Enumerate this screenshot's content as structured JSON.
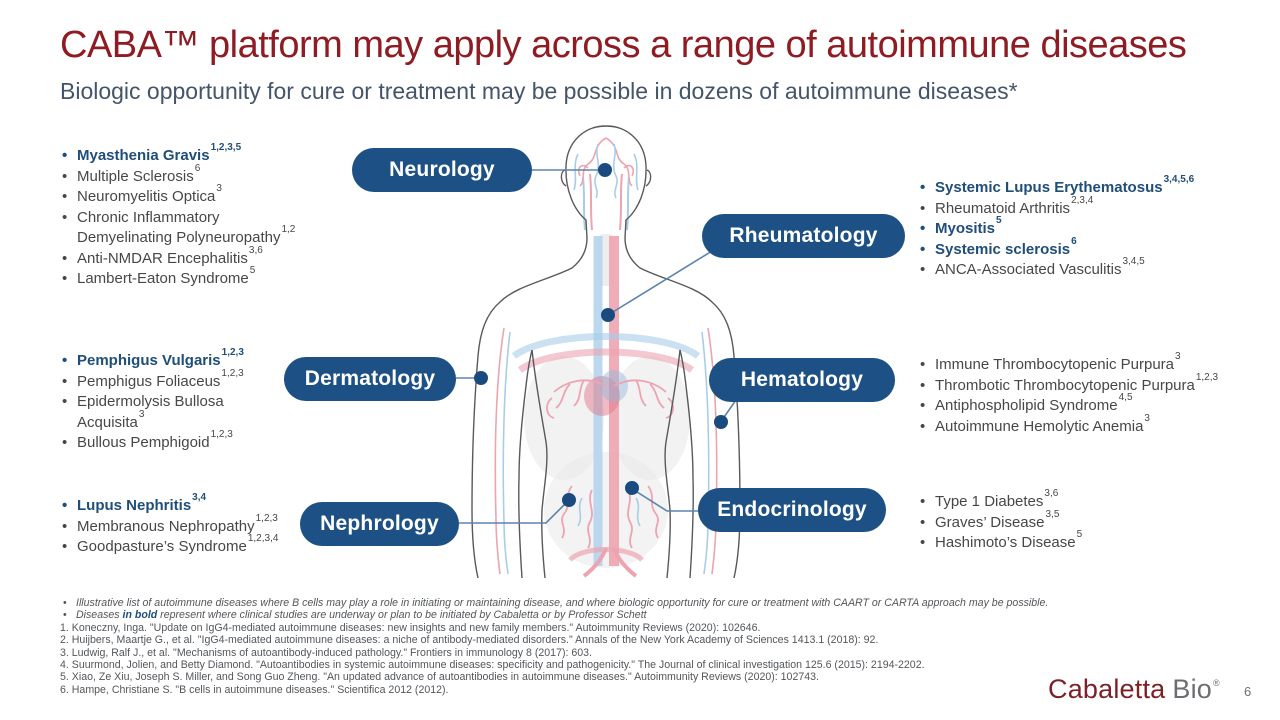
{
  "slide": {
    "title": "CABA™ platform may apply across a range of autoimmune diseases",
    "subtitle": "Biologic opportunity for cure or treatment may be possible in dozens of autoimmune diseases*",
    "page_number": "6",
    "logo": {
      "name_primary": "Cabaletta",
      "name_secondary": "Bio",
      "registered": "®"
    }
  },
  "colors": {
    "title_red": "#8E1C22",
    "subtitle_slate": "#44546A",
    "pill_blue": "#1D5185",
    "bold_item_navy": "#1F4E79",
    "body_text_grey": "#474747",
    "footnote_grey": "#53565A",
    "connector_blue": "#5B83AD",
    "dot_blue": "#1A4B7F",
    "artery_pink": "#EDA4B0",
    "vein_blue": "#A9CDE9",
    "logo_red": "#7B2127",
    "logo_grey": "#6D6E71"
  },
  "pills": {
    "neurology": "Neurology",
    "rheumatology": "Rheumatology",
    "dermatology": "Dermatology",
    "hematology": "Hematology",
    "nephrology": "Nephrology",
    "endocrinology": "Endocrinology"
  },
  "lists": {
    "neurology": [
      {
        "text": "Myasthenia Gravis",
        "sup": "1,2,3,5",
        "bold": true
      },
      {
        "text": "Multiple Sclerosis",
        "sup": "6"
      },
      {
        "text": "Neuromyelitis Optica",
        "sup": "3"
      },
      {
        "text": "Chronic Inflammatory Demyelinating Polyneuropathy",
        "sup": "1,2"
      },
      {
        "text": "Anti-NMDAR Encephalitis",
        "sup": "3,6"
      },
      {
        "text": "Lambert-Eaton Syndrome",
        "sup": "5"
      }
    ],
    "dermatology": [
      {
        "text": "Pemphigus Vulgaris",
        "sup": "1,2,3",
        "bold": true
      },
      {
        "text": "Pemphigus Foliaceus",
        "sup": "1,2,3"
      },
      {
        "text": "Epidermolysis Bullosa Acquisita",
        "sup": "3"
      },
      {
        "text": "Bullous Pemphigoid",
        "sup": "1,2,3"
      }
    ],
    "nephrology": [
      {
        "text": "Lupus Nephritis",
        "sup": "3,4",
        "bold": true
      },
      {
        "text": "Membranous Nephropathy",
        "sup": "1,2,3"
      },
      {
        "text": "Goodpasture’s Syndrome",
        "sup": "1,2,3,4"
      }
    ],
    "rheumatology": [
      {
        "text": "Systemic Lupus Erythematosus",
        "sup": "3,4,5,6",
        "bold": true
      },
      {
        "text": "Rheumatoid Arthritis",
        "sup": "2,3,4"
      },
      {
        "text": "Myositis",
        "sup": "5",
        "bold": true
      },
      {
        "text": "Systemic sclerosis",
        "sup": "6",
        "bold": true
      },
      {
        "text": "ANCA-Associated Vasculitis",
        "sup": "3,4,5"
      }
    ],
    "hematology": [
      {
        "text": "Immune Thrombocytopenic Purpura",
        "sup": "3"
      },
      {
        "text": "Thrombotic Thrombocytopenic Purpura",
        "sup": "1,2,3"
      },
      {
        "text": "Antiphospholipid Syndrome",
        "sup": "4,5"
      },
      {
        "text": "Autoimmune Hemolytic Anemia",
        "sup": "3"
      }
    ],
    "endocrinology": [
      {
        "text": "Type 1 Diabetes",
        "sup": "3,6"
      },
      {
        "text": "Graves’ Disease",
        "sup": "3,5"
      },
      {
        "text": "Hashimoto’s Disease",
        "sup": "5"
      }
    ]
  },
  "footnotes": {
    "bullet1": "Illustrative list of autoimmune diseases where B cells may play a role in initiating or maintaining disease, and where biologic opportunity for cure or treatment with CAART or CARTA approach may be possible.",
    "bullet2": {
      "prefix": "Diseases ",
      "bold": "in bold",
      "suffix": " represent where clinical studies are underway or plan to be initiated by Cabaletta or by Professor Schett"
    },
    "references": [
      "1. Koneczny, Inga. \"Update on IgG4-mediated autoimmune diseases: new insights and new family members.\" Autoimmunity Reviews (2020): 102646.",
      "2. Huijbers, Maartje G., et al. \"IgG4-mediated autoimmune diseases: a niche of antibody-mediated disorders.\" Annals of the New York Academy of Sciences 1413.1 (2018): 92.",
      "3. Ludwig, Ralf J., et al. \"Mechanisms of autoantibody-induced pathology.\" Frontiers in immunology 8 (2017): 603.",
      "4. Suurmond, Jolien, and Betty Diamond. \"Autoantibodies in systemic autoimmune diseases: specificity and pathogenicity.\" The Journal of clinical investigation 125.6 (2015): 2194-2202.",
      "5. Xiao, Ze Xiu, Joseph S. Miller, and Song Guo Zheng. \"An updated advance of autoantibodies in autoimmune diseases.\" Autoimmunity Reviews (2020): 102743.",
      "6. Hampe, Christiane S. \"B cells in autoimmune diseases.\" Scientifica 2012 (2012)."
    ]
  }
}
